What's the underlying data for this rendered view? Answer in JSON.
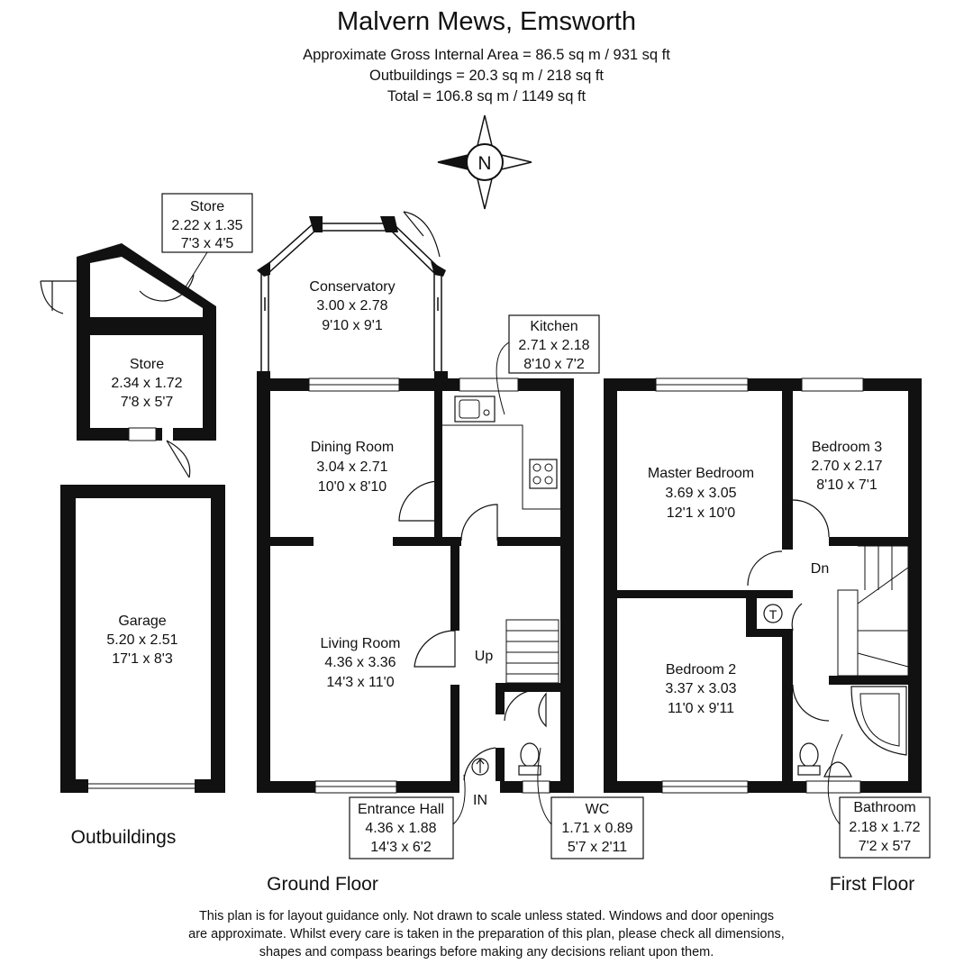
{
  "title": "Malvern Mews, Emsworth",
  "areas": {
    "gross": "Approximate Gross Internal Area = 86.5 sq m / 931 sq ft",
    "outbuildings": "Outbuildings = 20.3 sq m / 218 sq ft",
    "total": "Total = 106.8 sq m / 1149 sq ft"
  },
  "compass": {
    "label": "N"
  },
  "rooms": {
    "store_top": {
      "name": "Store",
      "metric": "2.22 x 1.35",
      "imperial": "7'3 x 4'5"
    },
    "store": {
      "name": "Store",
      "metric": "2.34 x 1.72",
      "imperial": "7'8 x 5'7"
    },
    "garage": {
      "name": "Garage",
      "metric": "5.20 x 2.51",
      "imperial": "17'1 x 8'3"
    },
    "conservatory": {
      "name": "Conservatory",
      "metric": "3.00 x 2.78",
      "imperial": "9'10 x 9'1"
    },
    "kitchen": {
      "name": "Kitchen",
      "metric": "2.71 x 2.18",
      "imperial": "8'10 x 7'2"
    },
    "dining": {
      "name": "Dining Room",
      "metric": "3.04 x 2.71",
      "imperial": "10'0 x 8'10"
    },
    "living": {
      "name": "Living Room",
      "metric": "4.36 x 3.36",
      "imperial": "14'3 x 11'0"
    },
    "entrance": {
      "name": "Entrance Hall",
      "metric": "4.36 x 1.88",
      "imperial": "14'3 x 6'2"
    },
    "wc": {
      "name": "WC",
      "metric": "1.71 x 0.89",
      "imperial": "5'7 x 2'11"
    },
    "master": {
      "name": "Master Bedroom",
      "metric": "3.69 x 3.05",
      "imperial": "12'1 x 10'0"
    },
    "bedroom3": {
      "name": "Bedroom 3",
      "metric": "2.70 x 2.17",
      "imperial": "8'10 x 7'1"
    },
    "bedroom2": {
      "name": "Bedroom 2",
      "metric": "3.37 x 3.03",
      "imperial": "11'0 x 9'11"
    },
    "bathroom": {
      "name": "Bathroom",
      "metric": "2.18 x 1.72",
      "imperial": "7'2 x 5'7"
    }
  },
  "marks": {
    "up": "Up",
    "dn": "Dn",
    "in": "IN",
    "tank": "T"
  },
  "floors": {
    "outbuildings": "Outbuildings",
    "ground": "Ground Floor",
    "first": "First Floor"
  },
  "disclaimer": [
    "This plan is for layout guidance only. Not drawn to scale unless stated. Windows and door openings",
    "are approximate. Whilst every care is taken in the preparation of this plan, please check all dimensions,",
    "shapes and compass bearings before making any decisions reliant upon them."
  ]
}
